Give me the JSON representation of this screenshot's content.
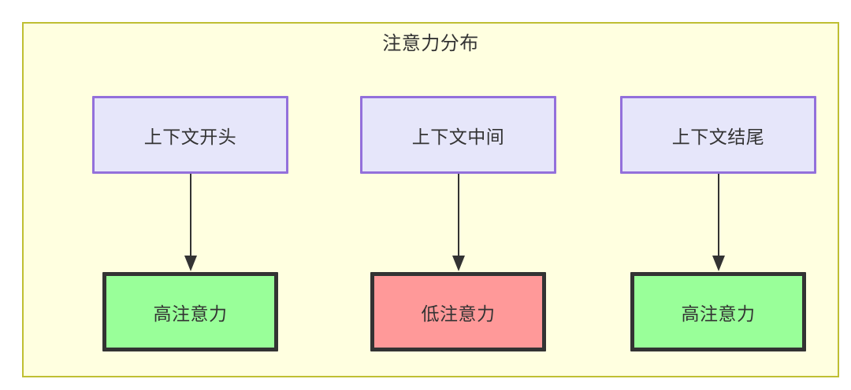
{
  "diagram": {
    "title": "注意力分布",
    "background_color": "#ffffe0",
    "border_color": "#bfbf33",
    "nodes_top": [
      {
        "label": "上下文开头",
        "fill": "#e6e6fa",
        "stroke": "#9370db"
      },
      {
        "label": "上下文中间",
        "fill": "#e6e6fa",
        "stroke": "#9370db"
      },
      {
        "label": "上下文结尾",
        "fill": "#e6e6fa",
        "stroke": "#9370db"
      }
    ],
    "nodes_bottom": [
      {
        "label": "高注意力",
        "fill": "#99ff99",
        "stroke": "#333333"
      },
      {
        "label": "低注意力",
        "fill": "#ff9999",
        "stroke": "#333333"
      },
      {
        "label": "高注意力",
        "fill": "#99ff99",
        "stroke": "#333333"
      }
    ],
    "edges": [
      {
        "from": "上下文开头",
        "to": "高注意力",
        "style": "arrow-down"
      },
      {
        "from": "上下文中间",
        "to": "低注意力",
        "style": "arrow-down"
      },
      {
        "from": "上下文结尾",
        "to": "高注意力",
        "style": "arrow-down"
      }
    ],
    "edge_color": "#333333"
  }
}
